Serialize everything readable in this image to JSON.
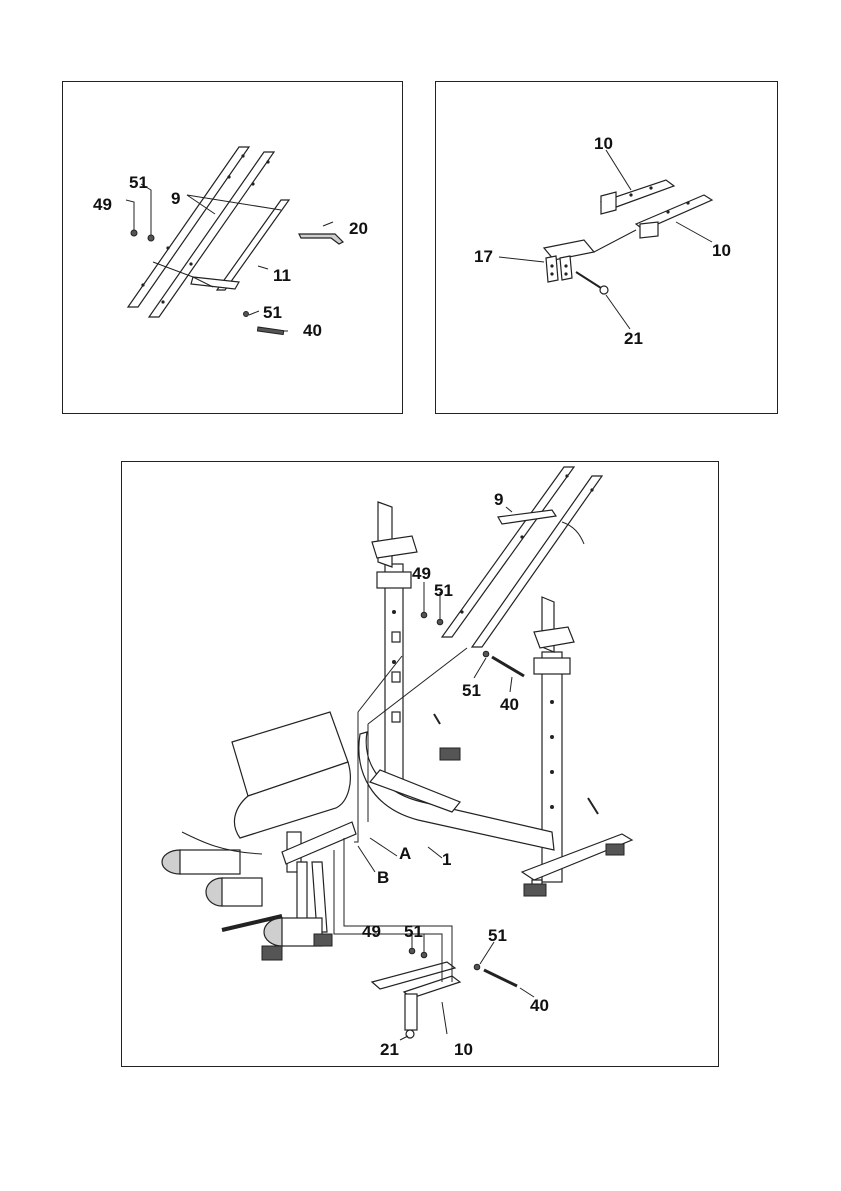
{
  "panel_a": {
    "callouts": {
      "c49": "49",
      "c51_top": "51",
      "c9": "9",
      "c20": "20",
      "c11": "11",
      "c51_bottom": "51",
      "c40": "40"
    }
  },
  "panel_b": {
    "callouts": {
      "c10_top": "10",
      "c10_right": "10",
      "c17": "17",
      "c21": "21"
    }
  },
  "panel_c": {
    "callouts": {
      "c9": "9",
      "c49_top": "49",
      "c51_top": "51",
      "c51_mid": "51",
      "c40_mid": "40",
      "cA": "A",
      "c1": "1",
      "cB": "B",
      "c49_bottom": "49",
      "c51_bottom": "51",
      "c51_right": "51",
      "c40_bottom": "40",
      "c21": "21",
      "c10": "10"
    }
  }
}
